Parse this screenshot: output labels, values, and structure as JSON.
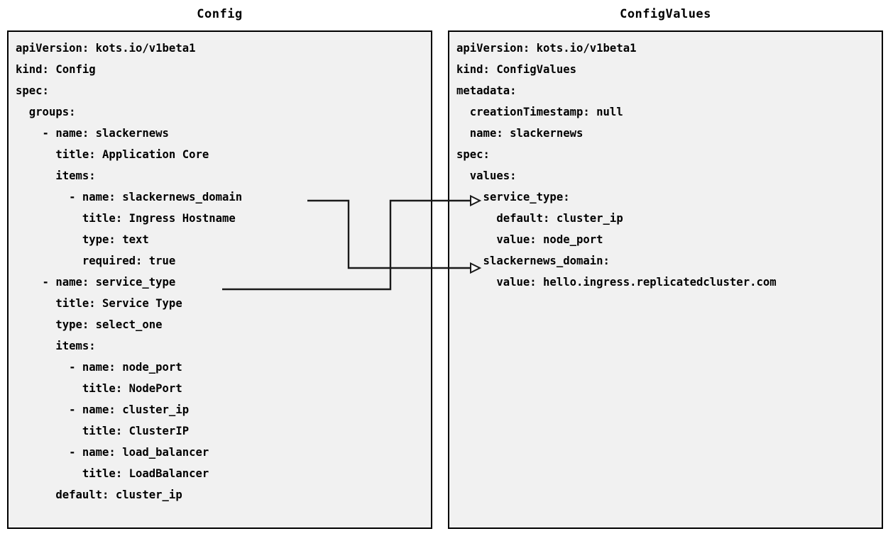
{
  "panels": [
    {
      "key": "config",
      "title": "Config",
      "lines": [
        "apiVersion: kots.io/v1beta1",
        "kind: Config",
        "spec:",
        "  groups:",
        "    - name: slackernews",
        "      title: Application Core",
        "      items:",
        "        - name: slackernews_domain",
        "          title: Ingress Hostname",
        "          type: text",
        "          required: true",
        "    - name: service_type",
        "      title: Service Type",
        "      type: select_one",
        "      items:",
        "        - name: node_port",
        "          title: NodePort",
        "        - name: cluster_ip",
        "          title: ClusterIP",
        "        - name: load_balancer",
        "          title: LoadBalancer",
        "      default: cluster_ip"
      ]
    },
    {
      "key": "configvalues",
      "title": "ConfigValues",
      "lines": [
        "apiVersion: kots.io/v1beta1",
        "kind: ConfigValues",
        "metadata:",
        "  creationTimestamp: null",
        "  name: slackernews",
        "spec:",
        "  values:",
        "    service_type:",
        "      default: cluster_ip",
        "      value: node_port",
        "    slackernews_domain:",
        "      value: hello.ingress.replicatedcluster.com"
      ]
    }
  ],
  "connections": [
    {
      "name": "slackernews-domain-link",
      "from_label": "slackernews_domain",
      "to_label": "slackernews_domain:"
    },
    {
      "name": "service-type-link",
      "from_label": "service_type",
      "to_label": "service_type:"
    }
  ],
  "colors": {
    "panel_background": "#f1f1f1",
    "panel_border": "#000000",
    "text": "#000000",
    "connector": "#1a1a1a",
    "page_background": "#ffffff"
  }
}
